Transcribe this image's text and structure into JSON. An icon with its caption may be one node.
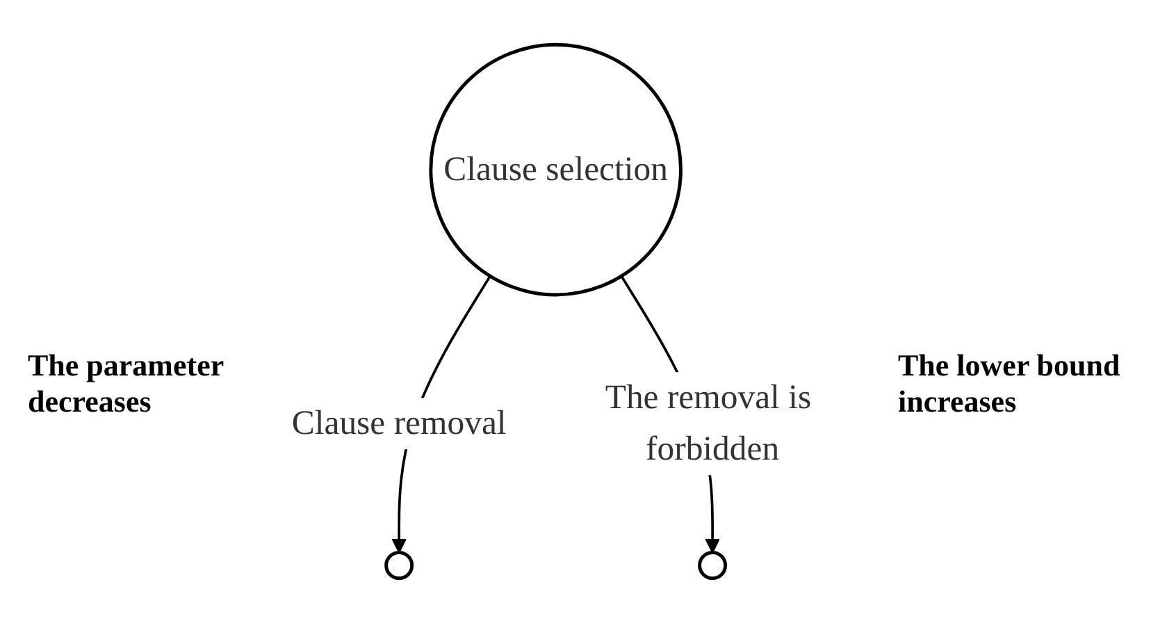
{
  "diagram": {
    "nodes": [
      {
        "text": [
          "Clause selection"
        ]
      },
      {
        "text": [],
        "shape": "circle"
      },
      {
        "text": [],
        "shape": "circle"
      }
    ],
    "edges": [
      {
        "from": 0,
        "to": 1,
        "arrow": "to",
        "label": "Clause removal"
      },
      {
        "from": 0,
        "to": 2,
        "arrow": "to",
        "label": "The removal is forbidden"
      }
    ],
    "labels": [
      "The parameter decreases",
      "The lower bound increases"
    ]
  }
}
